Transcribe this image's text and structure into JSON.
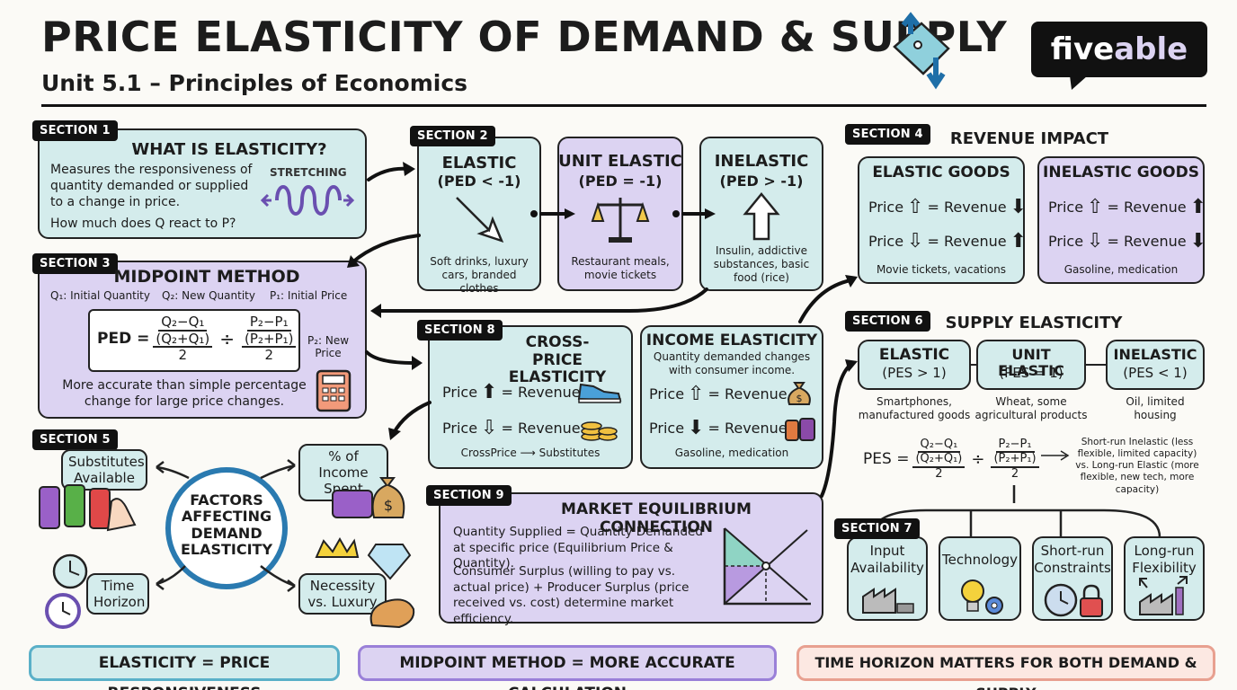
{
  "header": {
    "title": "PRICE ELASTICITY OF DEMAND & SUPPLY",
    "subtitle": "Unit 5.1 – Principles of Economics",
    "brand": "fiveable",
    "brand_accent": "able"
  },
  "colors": {
    "teal": "#d4ecec",
    "purple": "#dcd3f2",
    "dark": "#111111",
    "salmon": "#e8a090",
    "lightsalmon": "#fce8e2"
  },
  "s1": {
    "tag": "SECTION 1",
    "title": "WHAT IS ELASTICITY?",
    "text1": "Measures the responsiveness of quantity demanded or supplied to a change in price.",
    "text2": "How much does Q react to P?",
    "icon_label": "STRETCHING",
    "icon": "spring-icon"
  },
  "s2": {
    "tag": "SECTION 2",
    "elastic": {
      "title": "ELASTIC",
      "ped": "(PED < -1)",
      "examples": "Soft drinks, luxury cars, branded clothes",
      "icon": "arrow-down-right-icon"
    },
    "unit": {
      "title": "UNIT ELASTIC",
      "ped": "(PED = -1)",
      "examples": "Restaurant meals, movie tickets",
      "icon": "scale-icon"
    },
    "inelastic": {
      "title": "INELASTIC",
      "ped": "(PED > -1)",
      "examples": "Insulin, addictive substances, basic food (rice)",
      "icon": "arrow-up-icon"
    }
  },
  "s3": {
    "tag": "SECTION 3",
    "title": "MIDPOINT METHOD",
    "q1": "Q₁: Initial Quantity",
    "q2": "Q₂: New Quantity",
    "p1": "P₁: Initial Price",
    "p2": "P₂: New Price",
    "ped": "PED =",
    "num1": "Q₂−Q₁",
    "den1": "(Q₂+Q₁)",
    "two": "2",
    "div": "÷",
    "num2": "P₂−P₁",
    "den2": "(P₂+P₁)",
    "note": "More accurate than simple percentage change for large price changes.",
    "icon": "calculator-icon"
  },
  "s4": {
    "tag": "SECTION 4",
    "title": "REVENUE IMPACT",
    "elastic": {
      "title": "ELASTIC GOODS",
      "row1_price": "Price",
      "row1_rev": "= Revenue",
      "row2_price": "Price",
      "row2_rev": "= Revenue",
      "examples": "Movie tickets, vacations"
    },
    "inelastic": {
      "title": "INELASTIC GOODS",
      "row1_price": "Price",
      "row1_rev": "= Revenue",
      "row2_price": "Price",
      "row2_rev": "= Revenue",
      "examples": "Gasoline, medication"
    }
  },
  "s5": {
    "tag": "SECTION 5",
    "center": "FACTORS AFFECTING DEMAND ELASTICITY",
    "f1": "Substitutes Available",
    "f2": "% of Income Spent",
    "f3": "Time Horizon",
    "f4": "Necessity vs. Luxury",
    "icons": [
      "soda-cans-icon",
      "wallet-money-icon",
      "clock-icon",
      "crown-diamond-bread-icon"
    ]
  },
  "s6": {
    "tag": "SECTION 6",
    "title": "SUPPLY ELASTICITY",
    "elastic": {
      "title": "ELASTIC",
      "pes": "(PES > 1)",
      "examples": "Smartphones, manufactured goods"
    },
    "unit": {
      "title": "UNIT ELASTIC",
      "pes": "(PES = 1)",
      "examples": "Wheat, some agricultural products"
    },
    "inelastic": {
      "title": "INELASTIC",
      "pes": "(PES < 1)",
      "examples": "Oil, limited housing"
    },
    "pes": "PES =",
    "num1": "Q₂−Q₁",
    "den1": "(Q₂+Q₁)",
    "two": "2",
    "div": "÷",
    "num2": "P₂−P₁",
    "den2": "(P₂+P₁)",
    "note": "Short-run Inelastic (less flexible, limited capacity) vs. Long-run Elastic (more flexible, new tech, more capacity)"
  },
  "s7": {
    "tag": "SECTION 7",
    "items": [
      "Input Availability",
      "Technology",
      "Short-run Constraints",
      "Long-run Flexibility"
    ],
    "icons": [
      "factory-icon",
      "lightbulb-gear-icon",
      "clock-lock-icon",
      "factory-arrows-icon"
    ]
  },
  "s8": {
    "tag": "SECTION 8",
    "cross": {
      "title": "CROSS-PRICE ELASTICITY",
      "row1_price": "Price",
      "row1_rev": "= Revenue",
      "row2_price": "Price",
      "row2_rev": "= Revenue",
      "note": "CrossPrice ⟶ Substitutes"
    },
    "income": {
      "title": "INCOME ELASTICITY",
      "sub": "Quantity demanded changes with consumer income.",
      "row1_price": "Price",
      "row1_rev": "= Revenue",
      "row2_price": "Price",
      "row2_rev": "= Revenue",
      "note": "Gasoline, medication"
    }
  },
  "s9": {
    "tag": "SECTION 9",
    "title": "MARKET EQUILIBRIUM CONNECTION",
    "text1": "Quantity Supplied = Quantity Demanded at specific price (Equilibrium Price & Quantity).",
    "text2": "Consumer Surplus (willing to pay vs. actual price) + Producer Surplus (price received vs. cost) determine market efficiency.",
    "icon": "supply-demand-graph-icon"
  },
  "banners": {
    "b1": "ELASTICITY = PRICE RESPONSIVENESS",
    "b2": "MIDPOINT METHOD = MORE ACCURATE CALCULATION",
    "b3": "TIME HORIZON MATTERS FOR BOTH DEMAND & SUPPLY"
  }
}
